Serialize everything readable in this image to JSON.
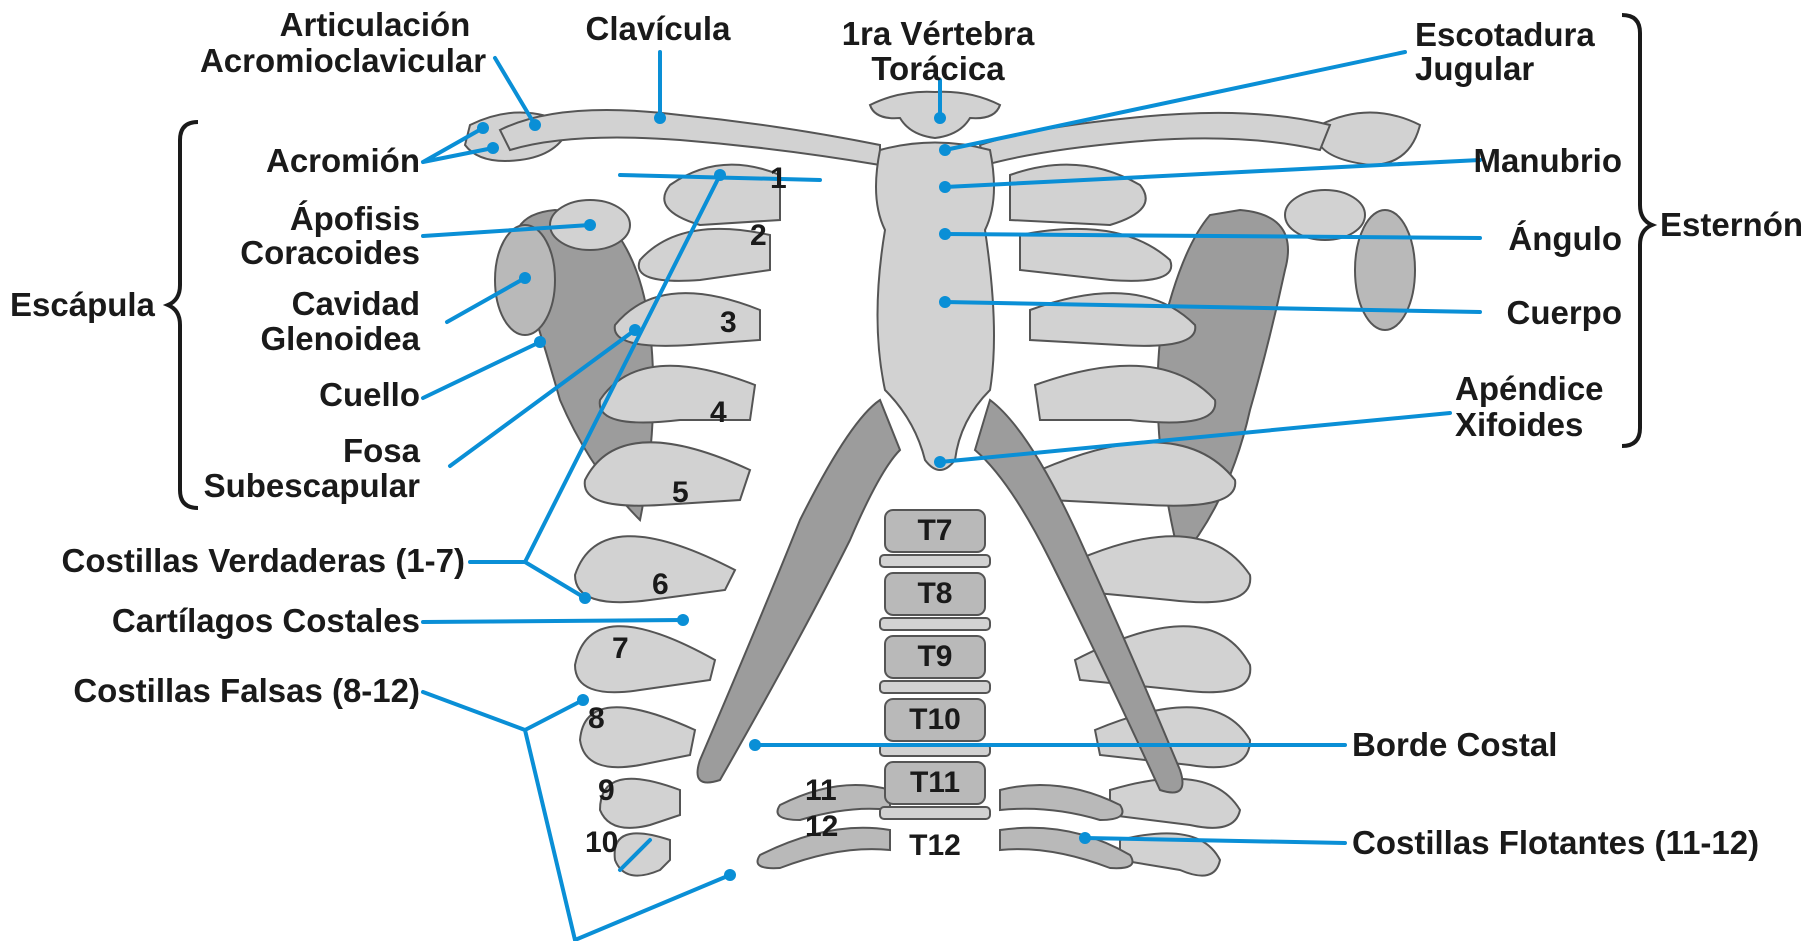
{
  "labels": {
    "articulacion_1": "Articulación",
    "articulacion_2": "Acromioclavicular",
    "clavicula": "Clavícula",
    "vertebra_1": "1ra Vértebra",
    "vertebra_2": "Torácica",
    "escotadura_1": "Escotadura",
    "escotadura_2": "Jugular",
    "acromion": "Acromión",
    "apofisis_1": "Ápofisis",
    "apofisis_2": "Coracoides",
    "escapula": "Escápula",
    "cavidad_1": "Cavidad",
    "cavidad_2": "Glenoidea",
    "cuello": "Cuello",
    "fosa_1": "Fosa",
    "fosa_2": "Subescapular",
    "costillas_verdaderas": "Costillas Verdaderas (1-7)",
    "cartilagos": "Cartílagos Costales",
    "costillas_falsas": "Costillas Falsas (8-12)",
    "manubrio": "Manubrio",
    "angulo": "Ángulo",
    "esternon": "Esternón",
    "cuerpo": "Cuerpo",
    "apendice_1": "Apéndice",
    "apendice_2": "Xifoides",
    "borde_costal": "Borde Costal",
    "costillas_flotantes": "Costillas Flotantes (11-12)"
  },
  "rib_numbers": [
    "1",
    "2",
    "3",
    "4",
    "5",
    "6",
    "7",
    "8",
    "9",
    "10",
    "11",
    "12"
  ],
  "vertebrae": [
    "T7",
    "T8",
    "T9",
    "T10",
    "T11",
    "T12"
  ],
  "colors": {
    "leader": "#0a8fd6",
    "text": "#1a1a1a",
    "bone_light": "#d2d2d2",
    "bone_dark": "#9c9c9c"
  }
}
